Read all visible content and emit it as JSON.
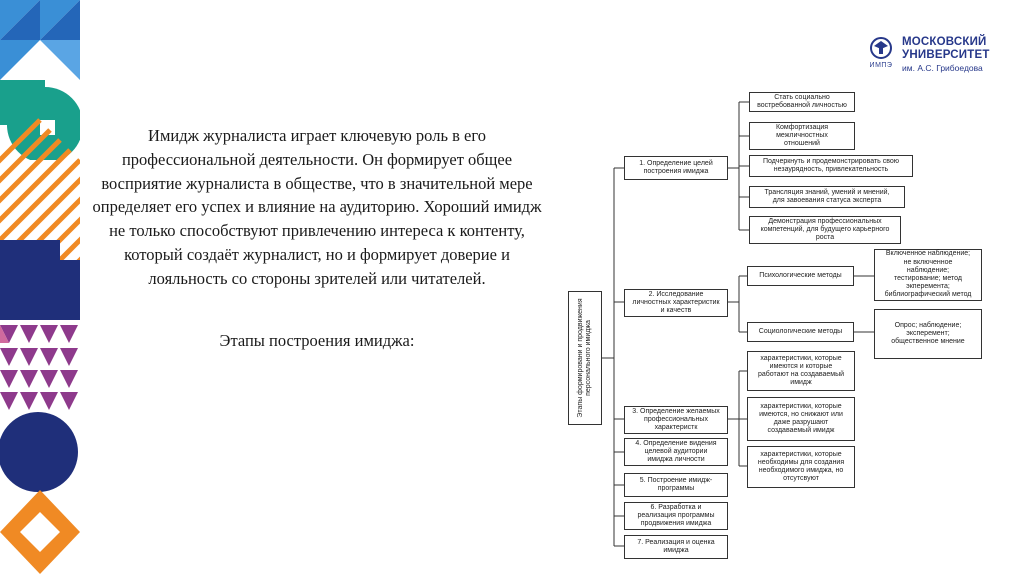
{
  "logo": {
    "line1": "МОСКОВСКИЙ",
    "line2": "УНИВЕРСИТЕТ",
    "line3": "им. А.С. Грибоедова",
    "abbr": "ИМПЭ",
    "brand_color": "#27388a"
  },
  "main": {
    "paragraph": "Имидж журналиста играет ключевую роль в его профессиональной деятельности. Он формирует общее восприятие журналиста в обществе, что в значительной мере определяет его успех и влияние на аудиторию. Хороший имидж не только способствуют привлечению интереса к контенту, который создаёт журналист, но и формирует доверие и лояльность со стороны зрителей или читателей.",
    "subheading": "Этапы построения имиджа:"
  },
  "diagram": {
    "root": "Этапы формировани и продвижения\nперсонального имиджа",
    "stages": [
      "1. Определение целей\nпостроения имиджа",
      "2. Исследование\nличностных характеристик\nи качеств",
      "3. Определение желаемых\nпрофессиональных\nхарактеристк",
      "4. Определение видения\nцелевой аудитории\nимиджа личности",
      "5. Построение имидж-\nпрограммы",
      "6. Разработка и\nреализация программы\nпродвижения имиджа",
      "7. Реализация и оценка\nимиджа"
    ],
    "goals": [
      "Стать социально\nвостребованной личностью",
      "Комфортизация\nмежличностных\nотношений",
      "Подчеркнуть и продемонстрировать свою\nнезаурядность, привлекательность",
      "Трансляция знаний, умений и мнений,\nдля завоевания статуса эксперта",
      "Демонстрация профессиональных\nкомпетенций, для будущего карьерного\nроста"
    ],
    "methods": [
      "Психологические методы",
      "Социологические методы"
    ],
    "method_details": [
      "Включенное наблюдение;\nне включенное\nнаблюдение;\nтестирование; метод\nэкперемента;\nбиблиографический метод",
      "Опрос; наблюдение;\nэксперемент;\nобщественное мнение"
    ],
    "characteristics": [
      "характеристики, которые\nимеются и которые\nработают на создаваемый\nимидж",
      "характеристики, которые\nимеются, но снижают или\nдаже разрушают\nсоздаваемый имидж",
      "характеристики, которые\nнеобходимы для создания\nнеобходимого имиджа, но\nотсутсвуют"
    ]
  }
}
